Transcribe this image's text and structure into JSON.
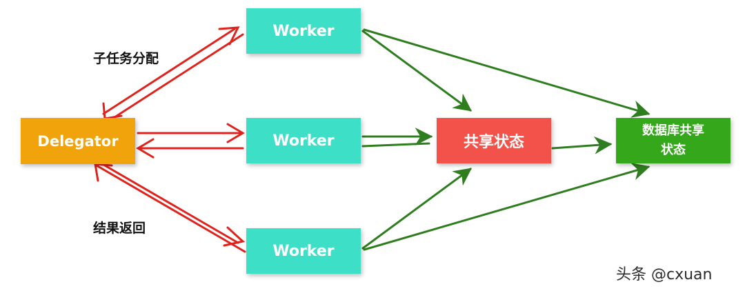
{
  "nodes": {
    "delegator": "Delegator",
    "worker_top": "Worker",
    "worker_middle": "Worker",
    "worker_bottom": "Worker",
    "shared_state": "共享状态",
    "db_shared_state_line1": "数据库共享",
    "db_shared_state_line2": "状态"
  },
  "labels": {
    "subtask_assign": "子任务分配",
    "result_return": "结果返回"
  },
  "watermark": "头条 @cxuan",
  "colors": {
    "delegator": "#f0a30a",
    "worker": "#3de0c7",
    "shared_state": "#f2524a",
    "db": "#34a81a",
    "assign_arrows": "#e0221c",
    "state_arrows": "#2e7d1e"
  }
}
